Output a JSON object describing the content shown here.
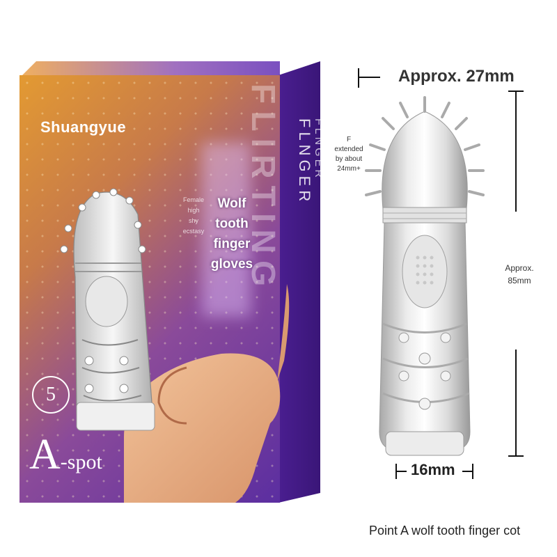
{
  "box": {
    "brand": "Shuangyue",
    "number": "5",
    "title_big": "A",
    "title_small": "-spot",
    "small_label": [
      "Female",
      "high",
      "shy",
      "ecstasy"
    ],
    "main_label": [
      "Wolf",
      "tooth",
      "finger",
      "gloves"
    ],
    "side_text": "FLNGER",
    "side_text_2": "FLNGER",
    "watermark": "FLIRTING"
  },
  "product": {
    "width_label": "Approx. 27mm",
    "extend_note": [
      "F",
      "extended",
      "by about",
      "24mm+"
    ],
    "height_note": [
      "Approx.",
      "85mm"
    ],
    "base_width": "16mm",
    "caption": "Point A wolf tooth finger cot"
  },
  "colors": {
    "box_warm": "#e39a32",
    "box_purple": "#5b2ea0",
    "side_purple": "#3a1678"
  }
}
